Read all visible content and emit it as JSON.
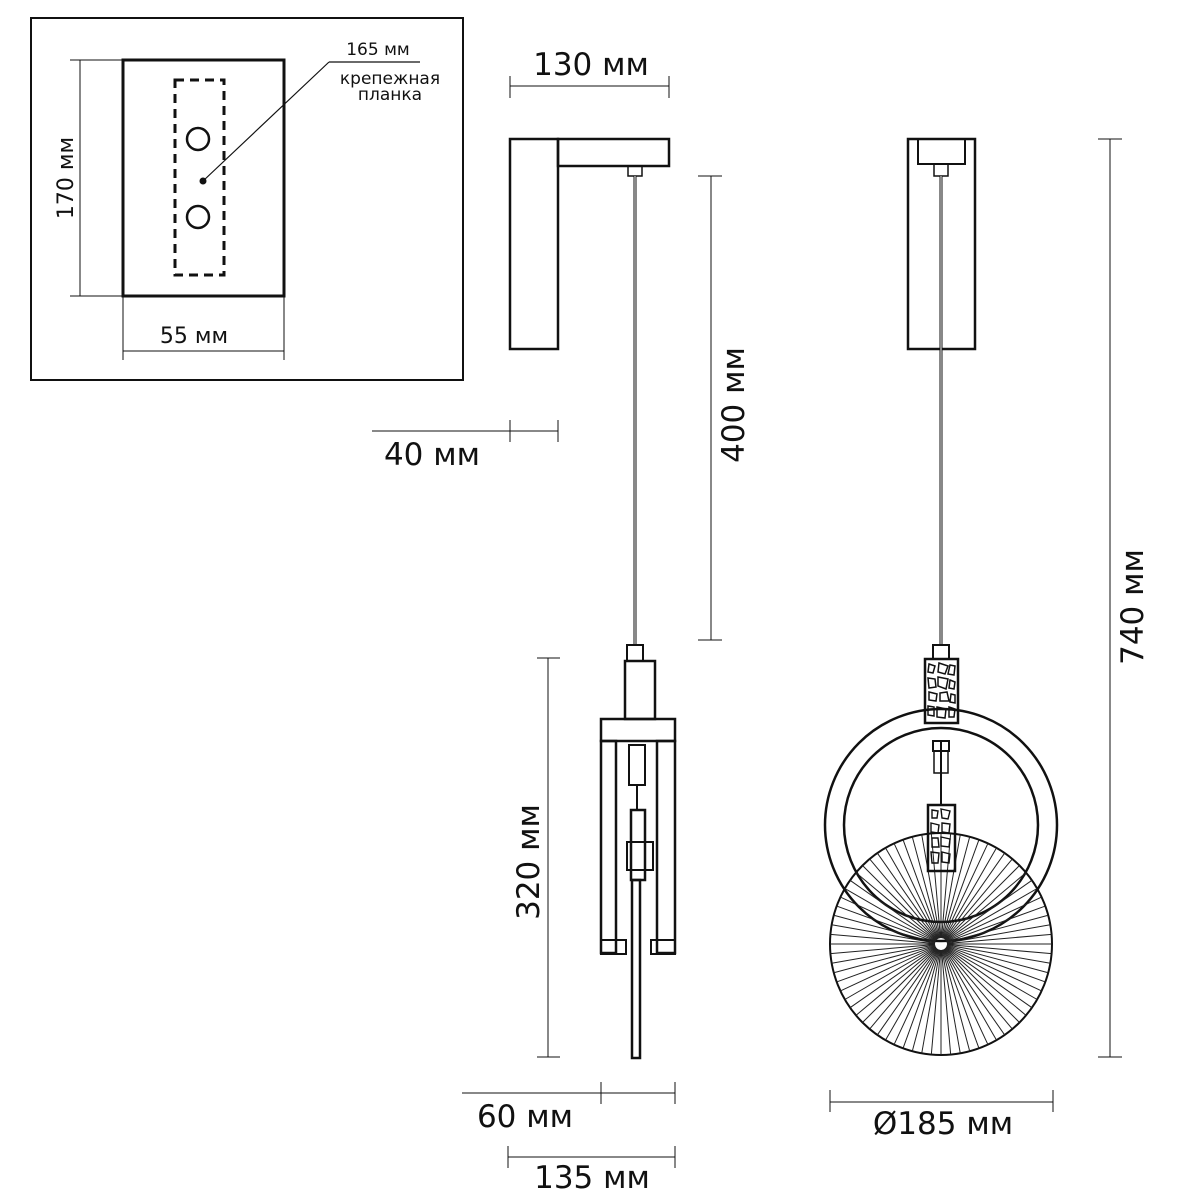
{
  "inset": {
    "width_label": "55 мм",
    "height_label": "170 мм",
    "spacing_label": "165 мм",
    "plate_label_line1": "крепежная",
    "plate_label_line2": "планка"
  },
  "side_view": {
    "bracket_length_label": "130 мм",
    "wall_offset_label": "40 мм",
    "rod_length_label": "400 мм",
    "lamp_height_label": "320 мм",
    "lamp_depth_label": "60 мм",
    "total_depth_label": "135 мм"
  },
  "front_view": {
    "total_height_label": "740 мм",
    "diameter_label": "Ø185 мм"
  },
  "colors": {
    "line": "#111111",
    "background": "#ffffff"
  }
}
